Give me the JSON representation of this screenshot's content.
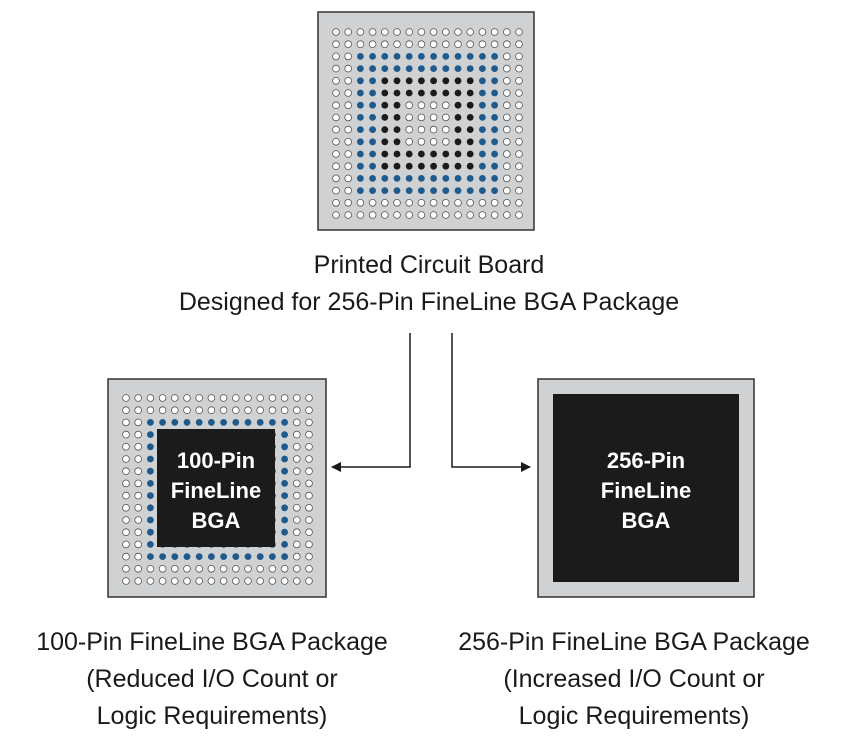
{
  "pcb": {
    "caption_line1": "Printed Circuit Board",
    "caption_line2": "Designed for 256-Pin FineLine BGA Package"
  },
  "package_100": {
    "chip_line1": "100-Pin",
    "chip_line2": "FineLine",
    "chip_line3": "BGA",
    "caption_line1": "100-Pin FineLine BGA Package",
    "caption_line2": "(Reduced I/O Count or",
    "caption_line3": "Logic Requirements)"
  },
  "package_256": {
    "chip_line1": "256-Pin",
    "chip_line2": "FineLine",
    "chip_line3": "BGA",
    "caption_line1": "256-Pin FineLine BGA Package",
    "caption_line2": "(Increased I/O Count or",
    "caption_line3": "Logic Requirements)"
  },
  "colors": {
    "board": "#cfd1d3",
    "border": "#333333",
    "chip": "#1b1b1b",
    "pad_blue": "#1f5a8c",
    "pad_black": "#1b1b1b",
    "pad_white": "#ffffff"
  }
}
